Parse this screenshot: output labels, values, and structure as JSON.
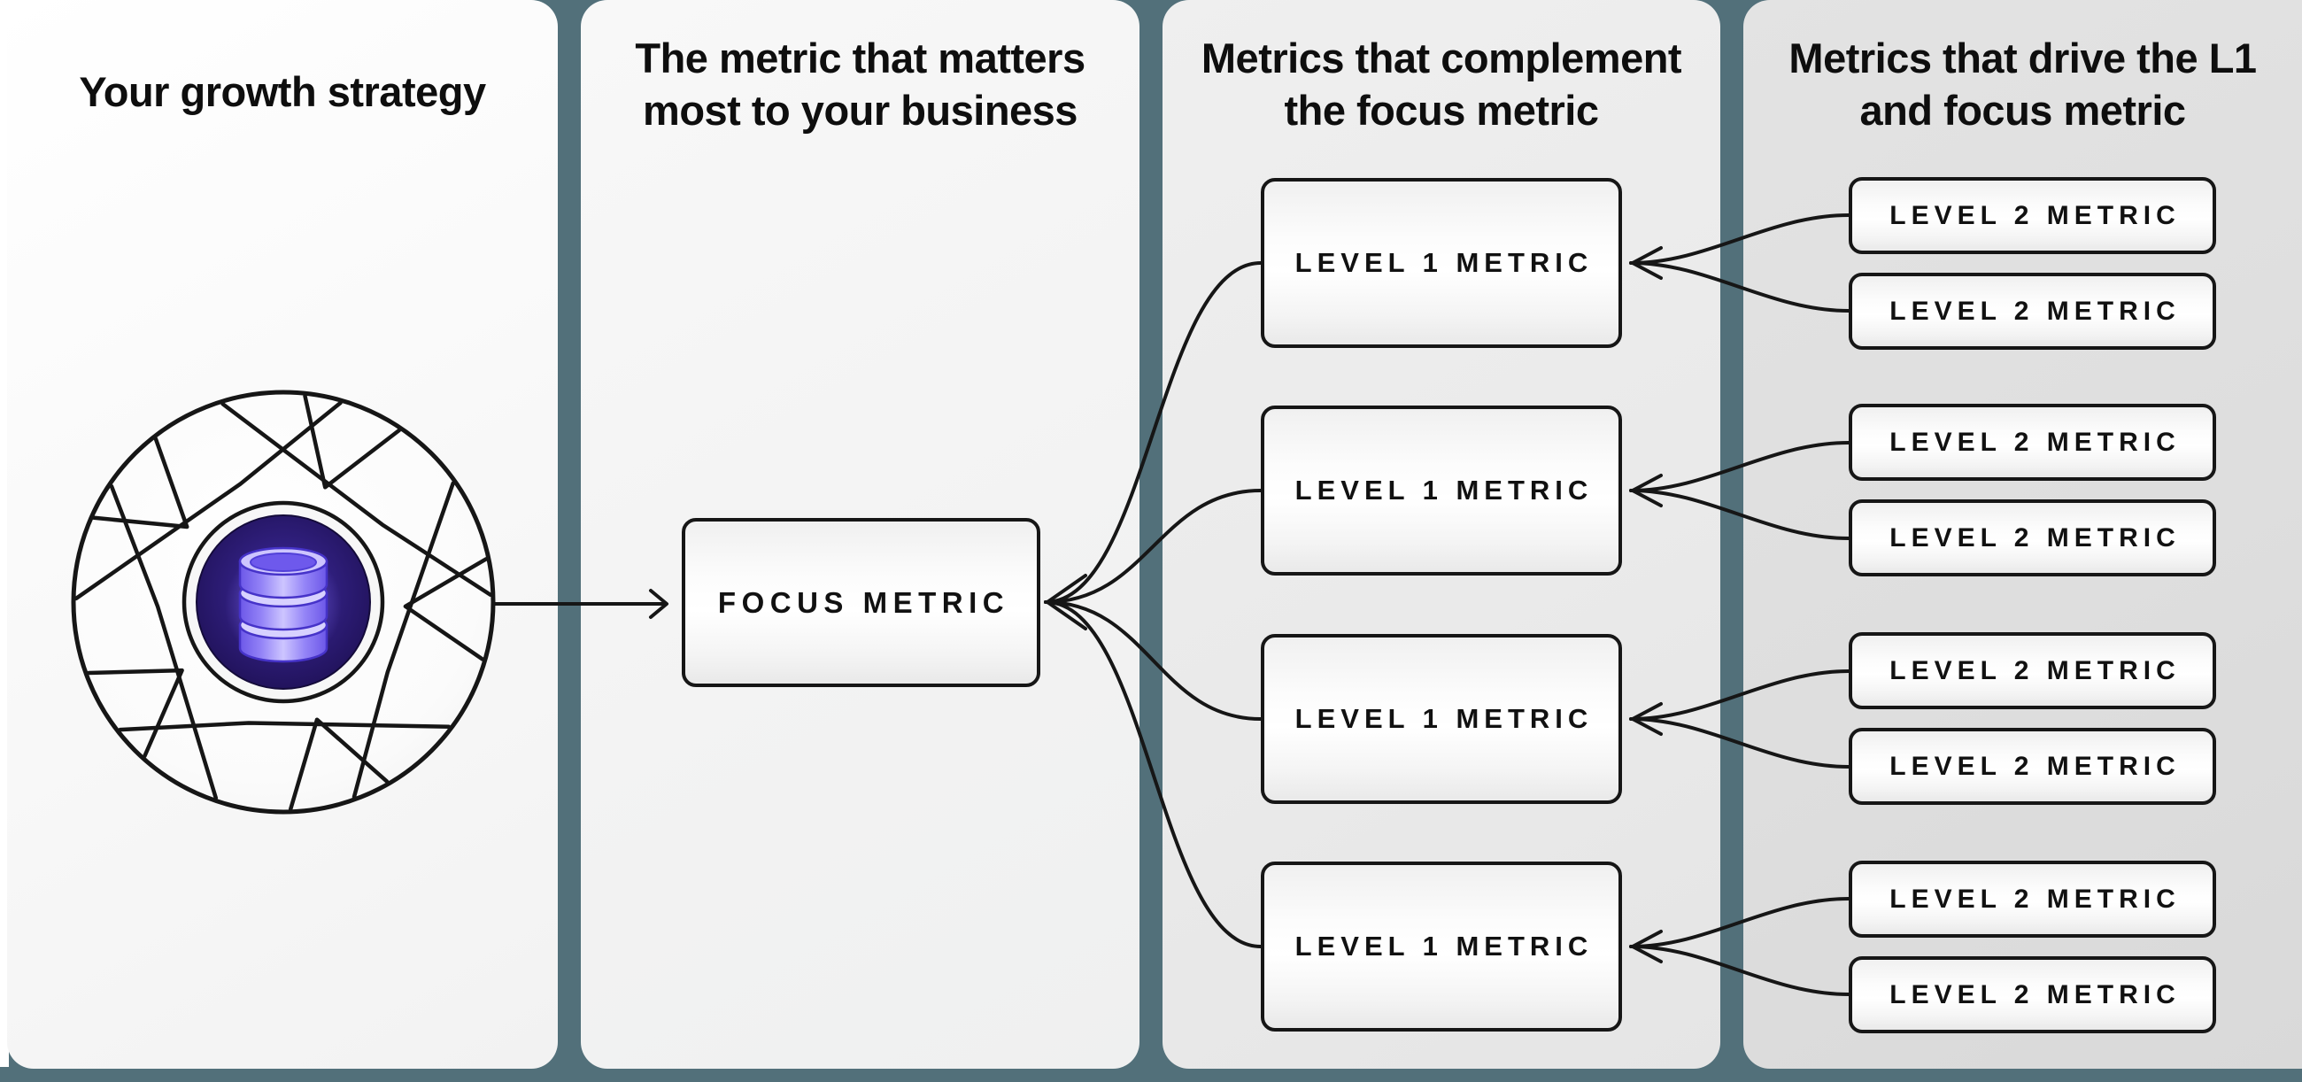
{
  "diagram": {
    "panels": [
      {
        "title": "Your growth strategy"
      },
      {
        "title_line1": "The metric that matters",
        "title_line2": "most to your business"
      },
      {
        "title_line1": "Metrics that complement",
        "title_line2": "the focus metric"
      },
      {
        "title_line1": "Metrics that drive the L1",
        "title_line2": "and focus metric"
      }
    ],
    "focus": {
      "label": "FOCUS METRIC"
    },
    "level1": [
      {
        "label": "LEVEL 1 METRIC",
        "children": [
          {
            "label": "LEVEL 2 METRIC"
          },
          {
            "label": "LEVEL 2 METRIC"
          }
        ]
      },
      {
        "label": "LEVEL 1 METRIC",
        "children": [
          {
            "label": "LEVEL 2 METRIC"
          },
          {
            "label": "LEVEL 2 METRIC"
          }
        ]
      },
      {
        "label": "LEVEL 1 METRIC",
        "children": [
          {
            "label": "LEVEL 2 METRIC"
          },
          {
            "label": "LEVEL 2 METRIC"
          }
        ]
      },
      {
        "label": "LEVEL 1 METRIC",
        "children": [
          {
            "label": "LEVEL 2 METRIC"
          },
          {
            "label": "LEVEL 2 METRIC"
          }
        ]
      }
    ],
    "icons": {
      "flywheel": "flywheel-icon",
      "database": "database-icon",
      "arrow": "arrow-right-icon"
    },
    "colors": {
      "background_teal": "#52707a",
      "panel1_bg": "#fafafa",
      "panel2_bg": "#f4f4f4",
      "panel3_bg": "#eaeaea",
      "panel4_bg": "#dedede",
      "line": "#161616",
      "core_indigo": "#2a1a6e",
      "db_purple": "#8f7ef6",
      "db_light": "#d7d1ff"
    }
  }
}
